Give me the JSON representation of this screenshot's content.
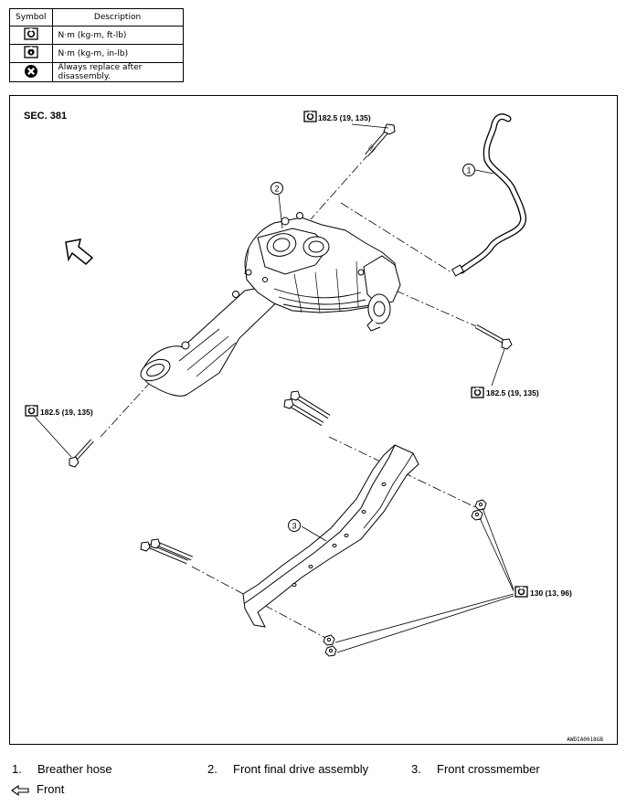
{
  "legend": {
    "header_symbol": "Symbol",
    "header_description": "Description",
    "rows": [
      {
        "icon": "torque-wrench-icon",
        "text": "N·m (kg-m, ft-lb)"
      },
      {
        "icon": "torque-wrench-small-icon",
        "text": "N·m (kg-m, in-lb)"
      },
      {
        "icon": "replace-part-icon",
        "text": "Always replace after disassembly."
      }
    ]
  },
  "diagram": {
    "section": "SEC. 381",
    "torque_top": "182.5 (19, 135)",
    "torque_right": "182.5 (19, 135)",
    "torque_left": "182.5 (19, 135)",
    "torque_crossmember": "130 (13, 96)",
    "callout_1": "1",
    "callout_2": "2",
    "callout_3": "3",
    "figure_code": "AWDIA0018GB"
  },
  "captions": [
    {
      "num": "1.",
      "label": "Breather hose"
    },
    {
      "num": "2.",
      "label": "Front final drive assembly"
    },
    {
      "num": "3.",
      "label": "Front crossmember"
    }
  ],
  "front_label": "Front"
}
